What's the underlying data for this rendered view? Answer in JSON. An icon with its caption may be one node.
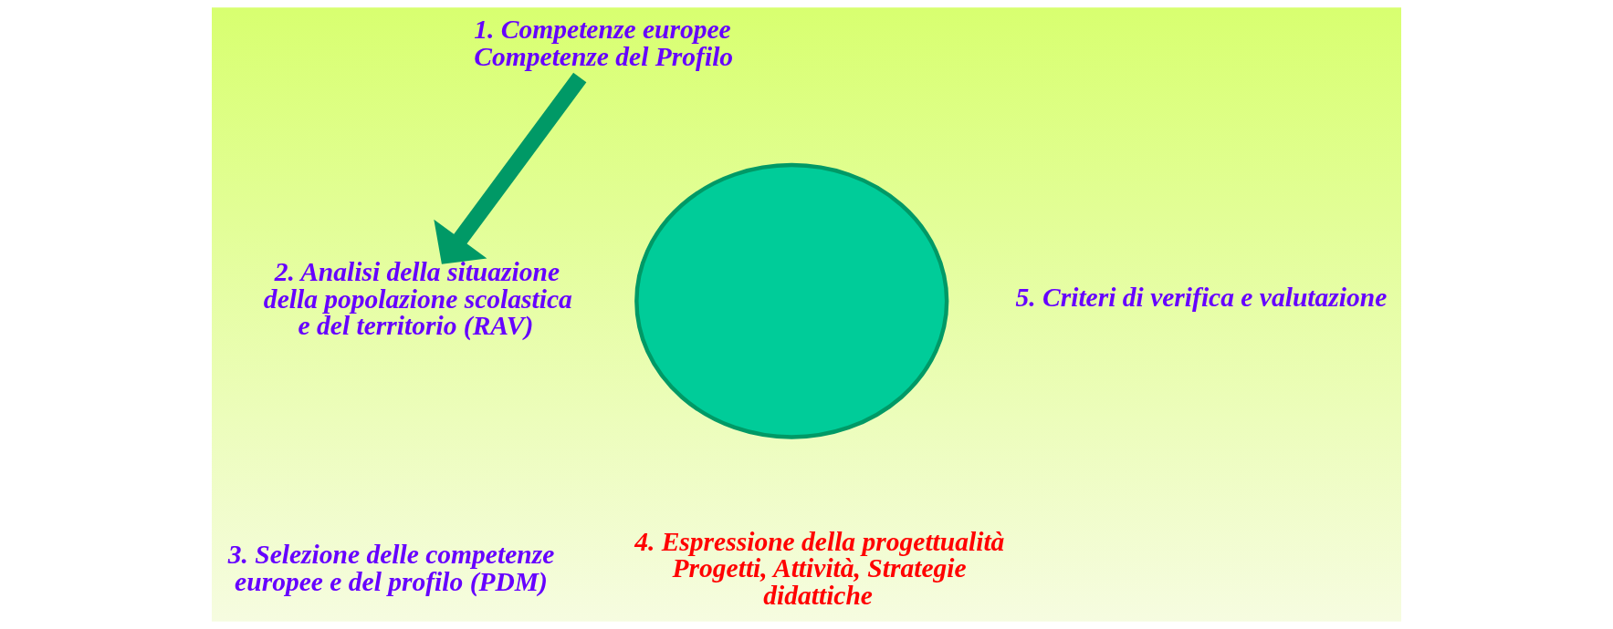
{
  "diagram": {
    "nodes": [
      {
        "text": [
          "1. Competenze europee Competenze del Profilo"
        ]
      },
      {
        "text": [
          "2. Analisi della situazione della popolazione scolastica e del territorio (RAV)"
        ]
      },
      {
        "text": [],
        "shape": "circle"
      }
    ],
    "edges": [
      {
        "from": 0,
        "to": 1,
        "arrow": "to"
      }
    ],
    "labels": [
      "5. Criteri di verifica e valutazione",
      "4. Espressione della progettualità Progetti, Attività, Strategie didattiche",
      "3. Selezione delle competenze europee e del profilo (PDM)"
    ]
  }
}
